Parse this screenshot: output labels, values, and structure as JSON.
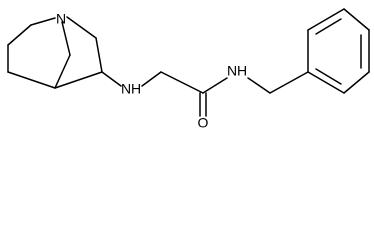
{
  "structure": {
    "atoms": {
      "n_ring": "N",
      "n_amine": "N",
      "nh_amine": "H",
      "n_amide": "N",
      "nh_amide": "H",
      "o_carbonyl": "O"
    },
    "colors": {
      "bond": "#000000",
      "text": "#000000",
      "background": "#ffffff"
    }
  }
}
